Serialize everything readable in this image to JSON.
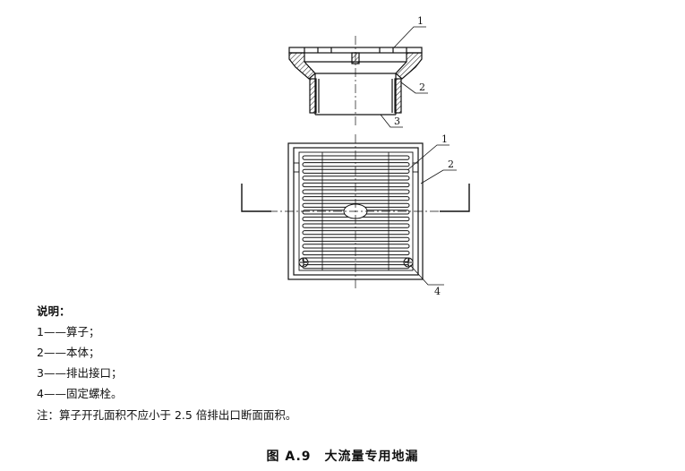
{
  "figure": {
    "caption": "图 A.9　大流量专用地漏",
    "callouts_side": [
      "1",
      "2",
      "3"
    ],
    "callouts_plan": [
      "1",
      "2",
      "4"
    ]
  },
  "legend": {
    "heading": "说明：",
    "items": [
      "1——算子；",
      "2——本体；",
      "3——排出接口；",
      "4——固定螺栓。"
    ],
    "note": "注：算子开孔面积不应小于 2.5 倍排出口断面面积。"
  }
}
